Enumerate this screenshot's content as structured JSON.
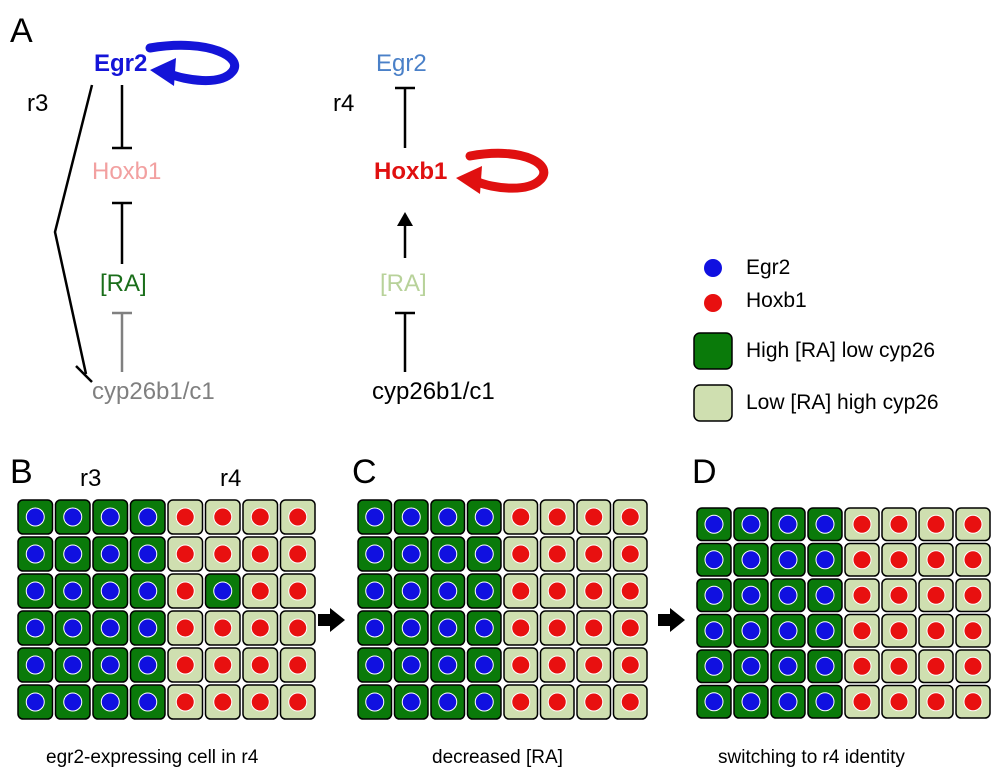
{
  "panels": {
    "A": "A",
    "B": "B",
    "C": "C",
    "D": "D"
  },
  "panel_a": {
    "left": {
      "region": "r3",
      "egr2": "Egr2",
      "hoxb1": "Hoxb1",
      "ra": "[RA]",
      "cyp": "cyp26b1/c1"
    },
    "right": {
      "region": "r4",
      "egr2": "Egr2",
      "hoxb1": "Hoxb1",
      "ra": "[RA]",
      "cyp": "cyp26b1/c1"
    }
  },
  "legend": {
    "egr2": "Egr2",
    "hoxb1": "Hoxb1",
    "high_ra": "High [RA] low cyp26",
    "low_ra": "Low [RA] high cyp26"
  },
  "colors": {
    "egr2": "#1010e0",
    "hoxb1": "#e81010",
    "high_ra_cell": "#0a7a0a",
    "low_ra_cell": "#cfdfb0",
    "egr2_label_bold": "#1414d8",
    "egr2_label_light": "#4a80c8",
    "hoxb1_label_light": "#f2a0a0",
    "hoxb1_label_bold": "#e01010",
    "ra_label_dark": "#1a6e1a",
    "ra_label_light": "#b8d29a",
    "cyp_label_grey": "#808080"
  },
  "grid_b": {
    "label_r3": "r3",
    "label_r4": "r4",
    "caption": "egr2-expressing cell in r4"
  },
  "grid_c": {
    "caption": "decreased [RA]"
  },
  "grid_d": {
    "caption": "switching to r4 identity"
  },
  "grids": {
    "B": [
      "GGGGLLLL",
      "GGGGLLLL",
      "GGGGLGLL",
      "GGGGLLLL",
      "GGGGLLLL",
      "GGGGLLLL"
    ],
    "B_dots": [
      "EEEEHHHH",
      "EEEEHHHH",
      "EEEEHEHH",
      "EEEEHHHH",
      "EEEEHHHH",
      "EEEEHHHH"
    ],
    "C": [
      "GGGGLLLL",
      "GGGGLLLL",
      "GGGGLLLL",
      "GGGGLLLL",
      "GGGGLLLL",
      "GGGGLLLL"
    ],
    "C_dots": [
      "EEEEHHHH",
      "EEEEHHHH",
      "EEEEHHHH",
      "EEEEHHHH",
      "EEEEHHHH",
      "EEEEHHHH"
    ],
    "D": [
      "GGGGLLLL",
      "GGGGLLLL",
      "GGGGLLLL",
      "GGGGLLLL",
      "GGGGLLLL",
      "GGGGLLLL"
    ],
    "D_dots": [
      "EEEEHHHH",
      "EEEEHHHH",
      "EEEEHHHH",
      "EEEEHHHH",
      "EEEEHHHH",
      "EEEEHHHH"
    ]
  }
}
